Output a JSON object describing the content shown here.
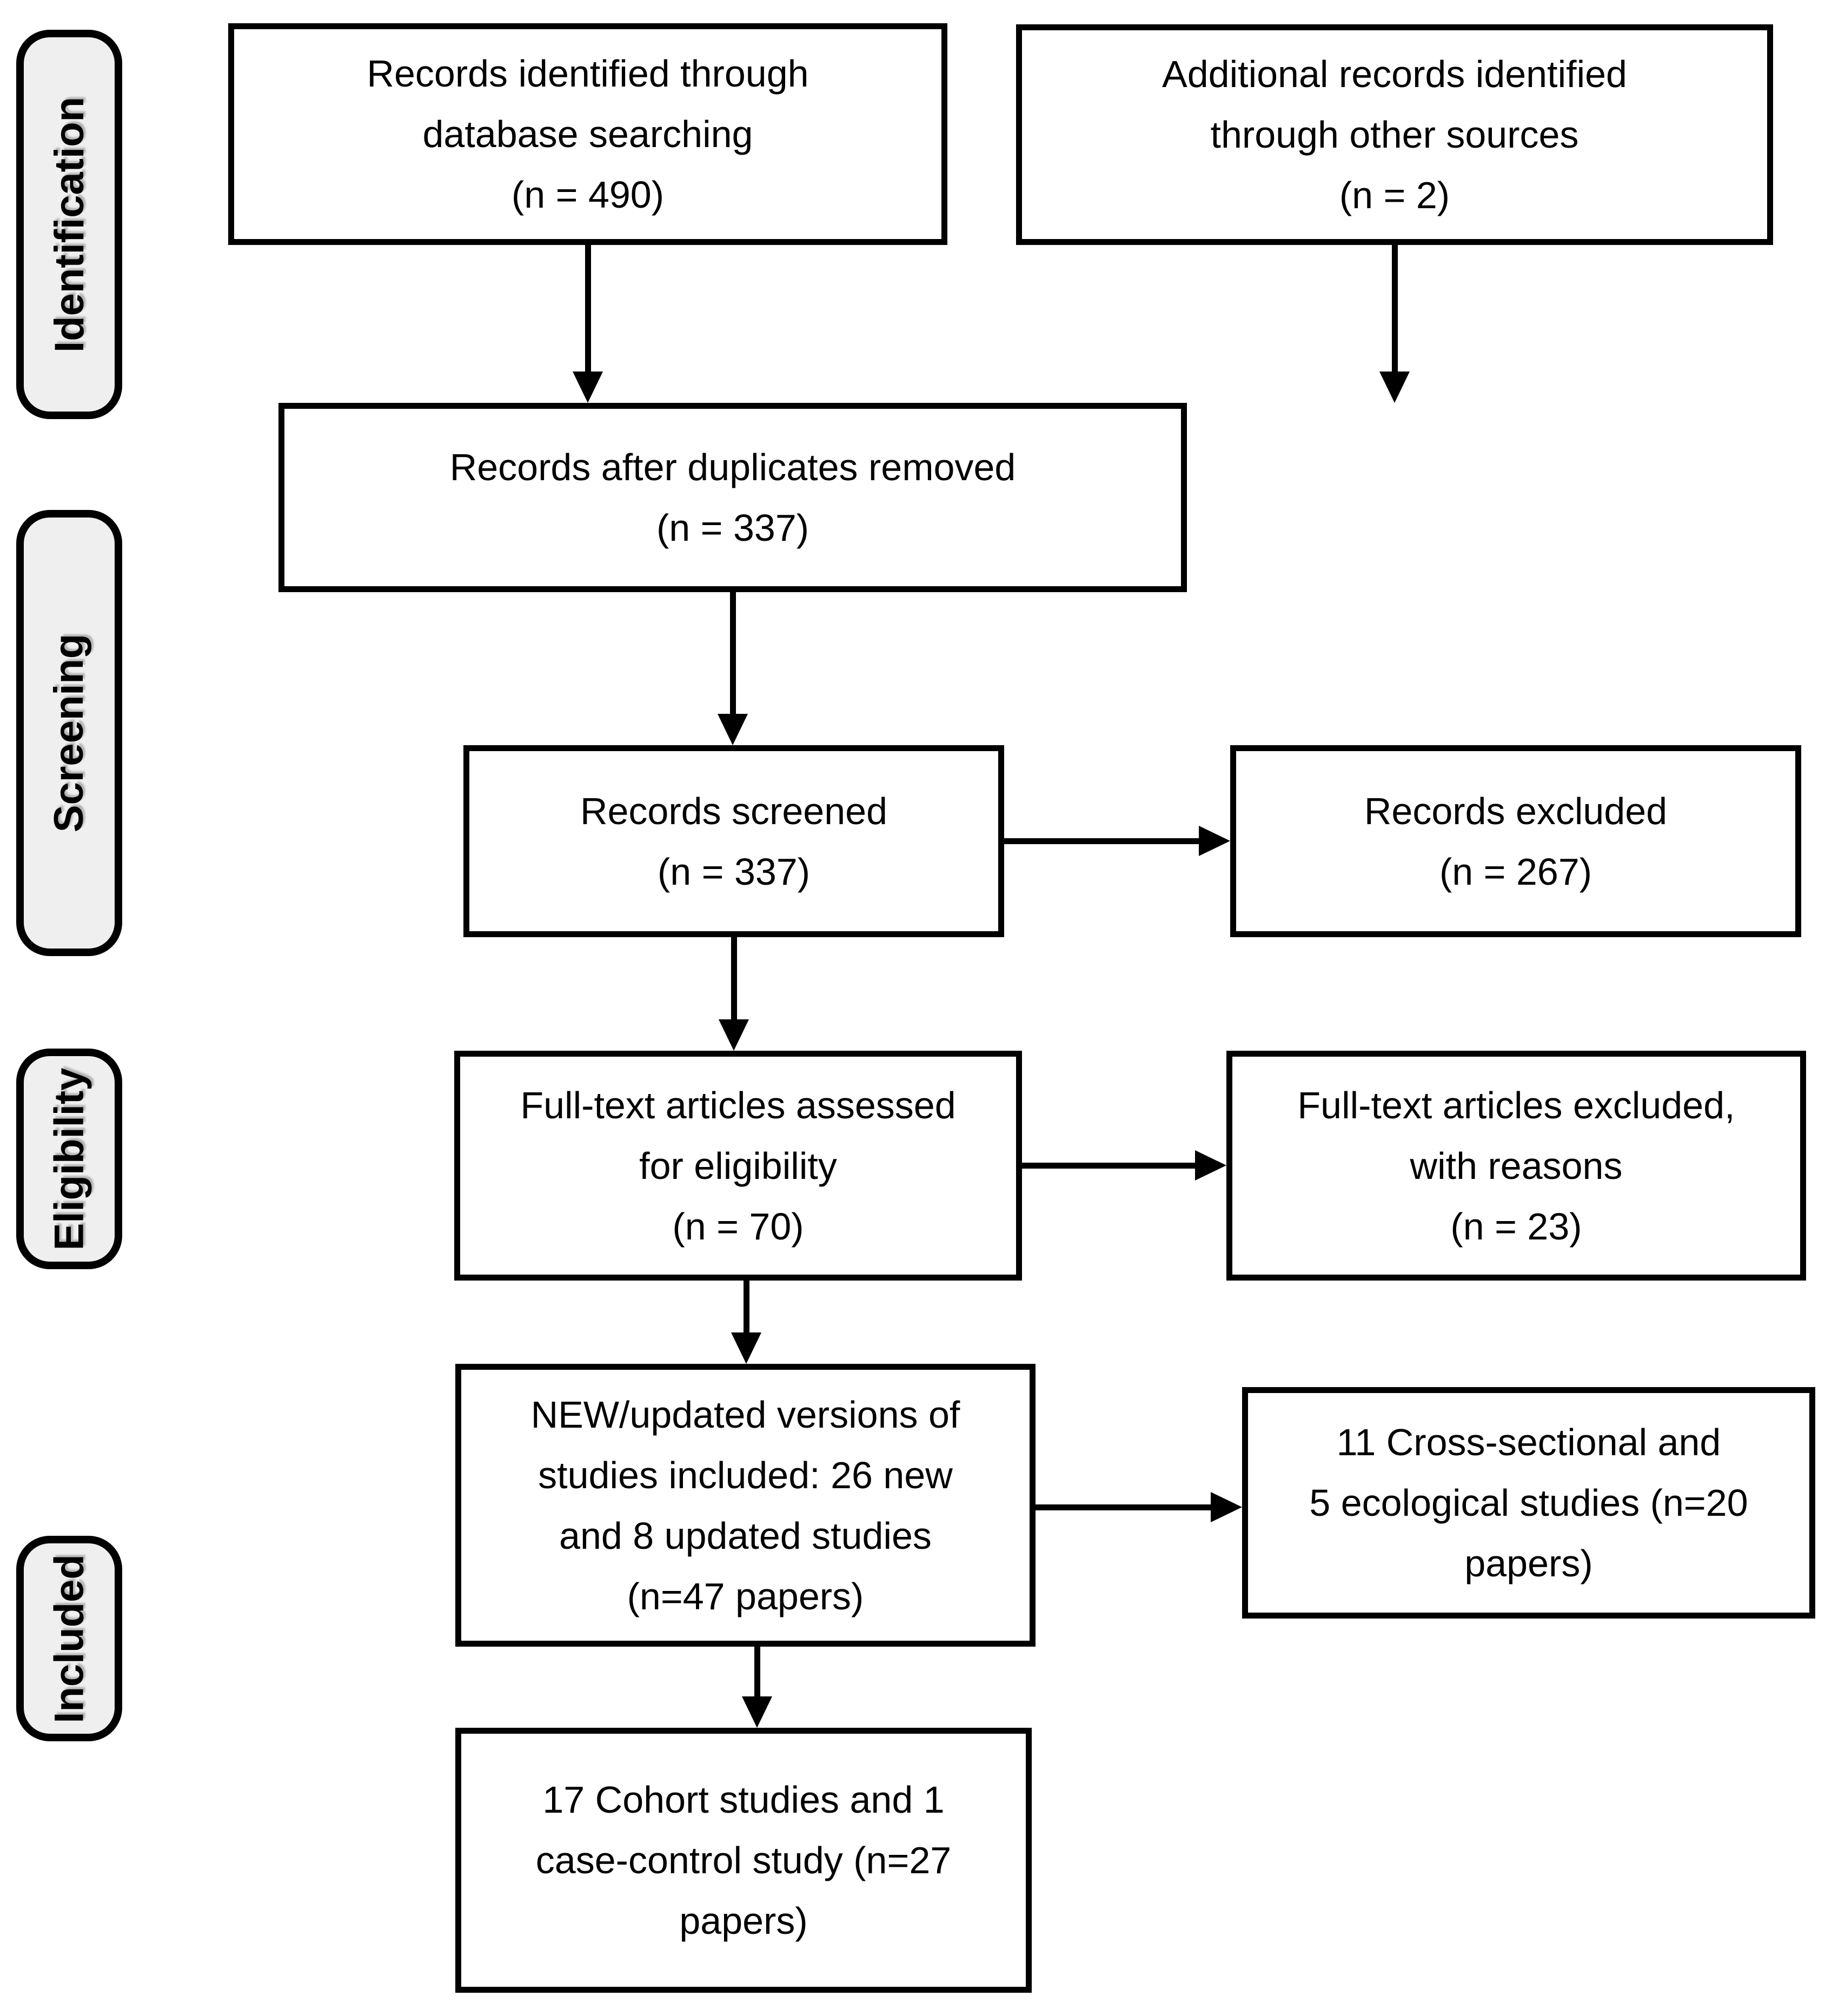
{
  "title": "PRISMA flow diagram",
  "colors": {
    "background": "#ffffff",
    "box_fill": "#ffffff",
    "box_border": "#000000",
    "stage_fill": "#efefef",
    "stage_border": "#000000",
    "text": "#000000"
  },
  "stages": [
    {
      "label": "Identification"
    },
    {
      "label": "Screening"
    },
    {
      "label": "Eligibility"
    },
    {
      "label": "Included"
    }
  ],
  "boxes": {
    "records_identified": {
      "text": "Records identified through\ndatabase searching\n(n = 490)"
    },
    "additional_records": {
      "text": "Additional records identified\nthrough other sources\n(n = 2)"
    },
    "after_duplicates": {
      "text": "Records after duplicates removed\n(n = 337)"
    },
    "records_screened": {
      "text": "Records screened\n(n =  337)"
    },
    "records_excluded": {
      "text": "Records excluded\n(n = 267)"
    },
    "fulltext_assessed": {
      "text": "Full-text articles assessed\nfor eligibility\n(n =  70)"
    },
    "fulltext_excluded": {
      "text": "Full-text articles excluded,\nwith reasons\n(n =  23)"
    },
    "new_updated_versions": {
      "text": "NEW/updated versions of\nstudies included: 26 new\nand 8 updated studies\n(n=47 papers)"
    },
    "cross_sectional_ecological": {
      "text": "11 Cross-sectional and\n5 ecological studies (n=20\npapers)"
    },
    "cohort_case_control": {
      "text": "17 Cohort studies and 1\ncase-control study  (n=27\npapers)"
    }
  }
}
